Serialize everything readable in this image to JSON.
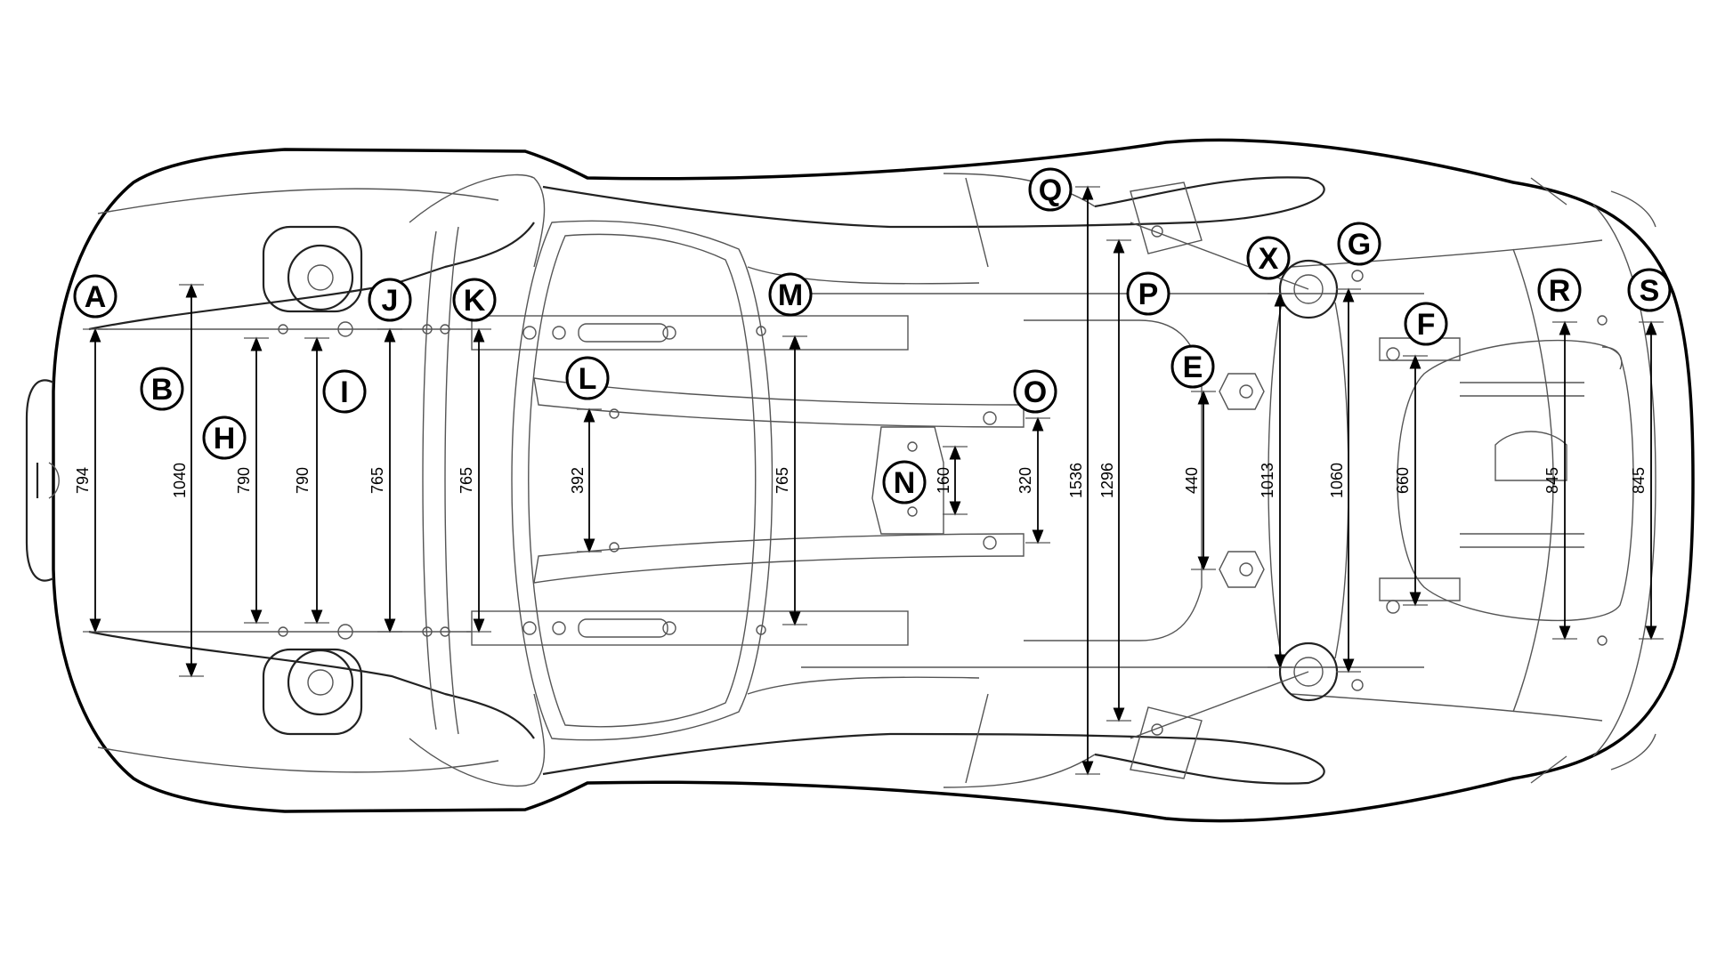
{
  "diagram": {
    "stroke_color": "#000000",
    "background_color": "#ffffff",
    "point_labels": [
      "A",
      "B",
      "H",
      "I",
      "J",
      "K",
      "L",
      "M",
      "N",
      "O",
      "Q",
      "P",
      "X",
      "G",
      "E",
      "F",
      "R",
      "S"
    ],
    "dimensions": [
      "794",
      "1040",
      "790",
      "790",
      "765",
      "765",
      "392",
      "765",
      "160",
      "320",
      "1536",
      "1296",
      "440",
      "1013",
      "1060",
      "660",
      "845",
      "845"
    ]
  }
}
